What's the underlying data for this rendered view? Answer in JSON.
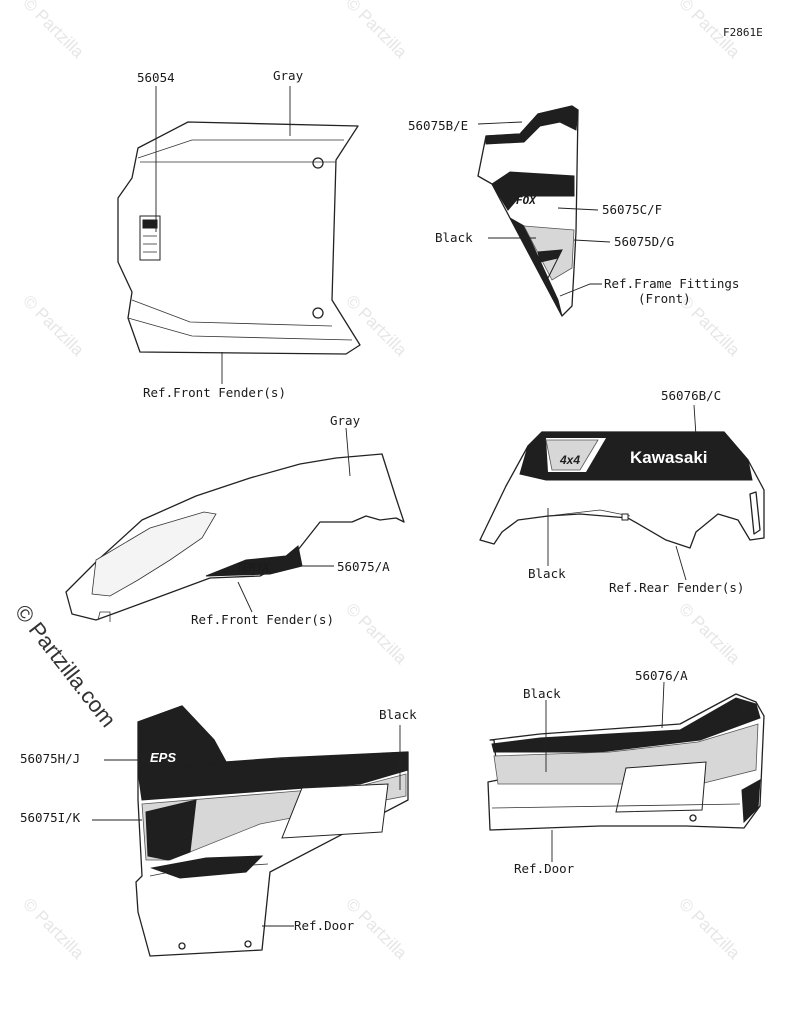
{
  "figure_code": "F2861E",
  "watermark": {
    "text": "© Partzilla",
    "side_text": "© Partzilla.com"
  },
  "groups": {
    "top_left": {
      "part_56054": "56054",
      "color_gray": "Gray",
      "ref_front_fender": "Ref.Front Fender(s)"
    },
    "top_right": {
      "part_56075be": "56075B/E",
      "part_56075cf": "56075C/F",
      "color_black": "Black",
      "part_56075dg": "56075D/G",
      "ref_frame_fittings_line1": "Ref.Frame Fittings",
      "ref_frame_fittings_line2": "(Front)"
    },
    "mid_left": {
      "color_gray": "Gray",
      "part_56075a": "56075/A",
      "ref_front_fender": "Ref.Front Fender(s)"
    },
    "mid_right": {
      "part_56076bc": "56076B/C",
      "brand_logo": "Kawasaki",
      "badge_4x4": "4x4",
      "color_black": "Black",
      "ref_rear_fender": "Ref.Rear Fender(s)"
    },
    "bottom_left": {
      "color_black": "Black",
      "part_56075hj": "56075H/J",
      "part_56075ik": "56075I/K",
      "badge_eps": "EPS",
      "ref_door": "Ref.Door"
    },
    "bottom_right": {
      "color_black": "Black",
      "part_56076a": "56076/A",
      "ref_door": "Ref.Door"
    }
  }
}
